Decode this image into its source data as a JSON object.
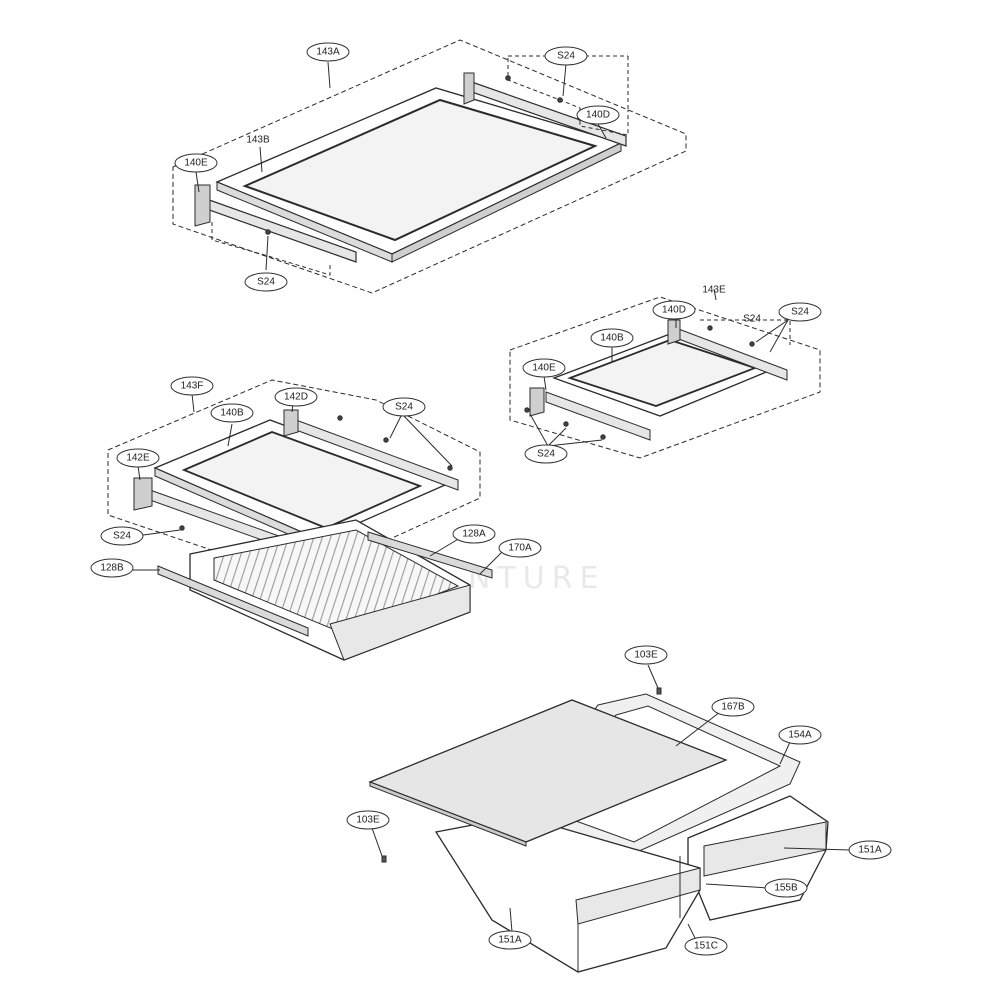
{
  "diagram": {
    "watermark": "NTURE",
    "part_labels": {
      "l_143A": "143A",
      "l_s24_a": "S24",
      "l_140D_a": "140D",
      "l_143B": "143B",
      "l_140E_a": "140E",
      "l_s24_b": "S24",
      "l_143E": "143E",
      "l_140D_b": "140D",
      "l_s24_c": "S24",
      "l_s24_c_txt": "S24",
      "l_140B_a": "140B",
      "l_140E_b": "140E",
      "l_s24_d": "S24",
      "l_143F": "143F",
      "l_142D": "142D",
      "l_140B_b": "140B",
      "l_s24_e": "S24",
      "l_142E": "142E",
      "l_s24_f": "S24",
      "l_128A": "128A",
      "l_170A": "170A",
      "l_128B": "128B",
      "l_103E_a": "103E",
      "l_167B": "167B",
      "l_154A": "154A",
      "l_103E_b": "103E",
      "l_151A_a": "151A",
      "l_155B": "155B",
      "l_151A_b": "151A",
      "l_151C": "151C"
    }
  }
}
